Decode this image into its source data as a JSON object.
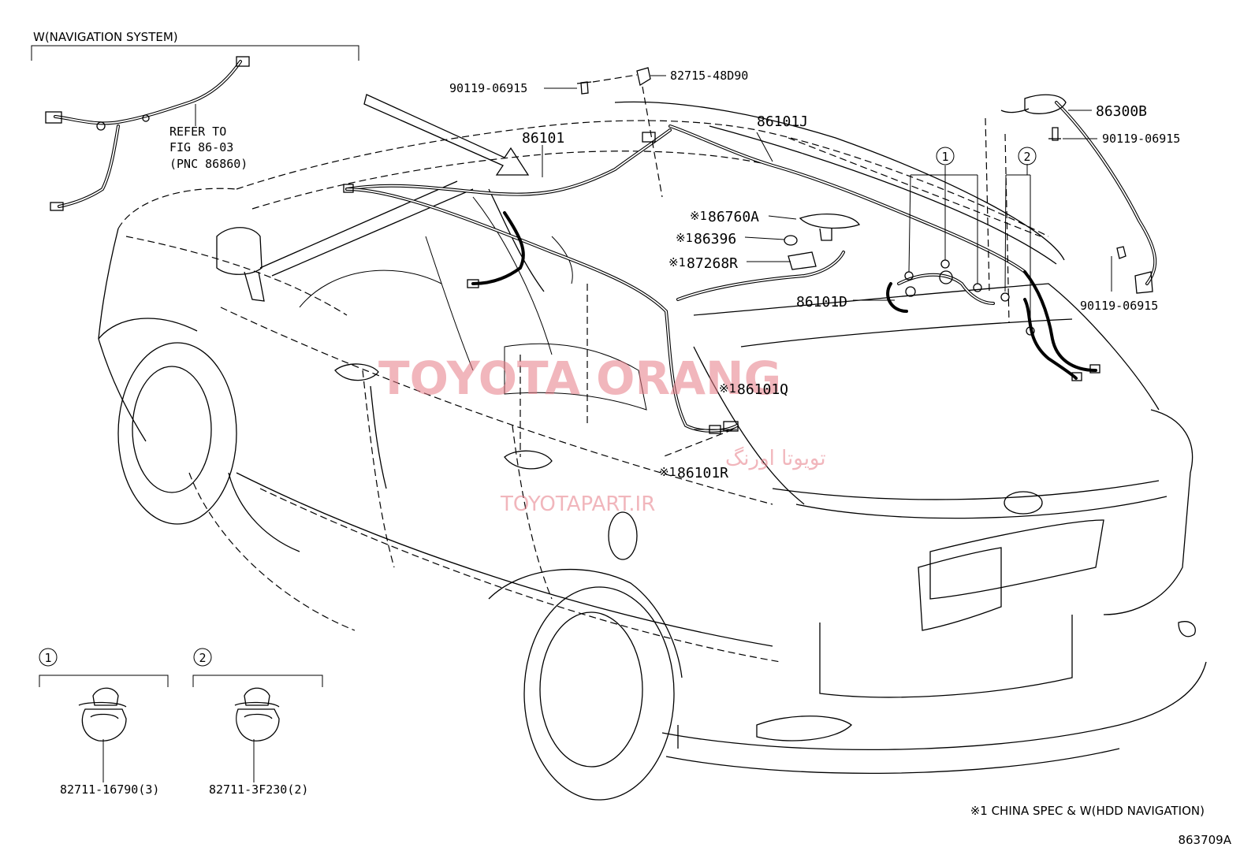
{
  "header": {
    "section_title": "W(NAVIGATION SYSTEM)",
    "refer_note": [
      "REFER TO",
      "FIG 86-03",
      "(PNC 86860)"
    ]
  },
  "parts": {
    "p90119_top": "90119-06915",
    "p82715": "82715-48D90",
    "p86101": "86101",
    "p86101J": "86101J",
    "p86300B": "86300B",
    "p90119_right": "90119-06915",
    "p90119_lower": "90119-06915",
    "p86760A": "86760A",
    "p86396": "86396",
    "p87268R": "87268R",
    "p86101D": "86101D",
    "p86101Q": "86101Q",
    "p86101R": "86101R"
  },
  "mark": "※1",
  "callouts": {
    "c1": "1",
    "c2": "2"
  },
  "clips": {
    "clip1_part": "82711-16790(3)",
    "clip2_part": "82711-3F230(2)"
  },
  "footnote": "※1 CHINA SPEC & W(HDD NAVIGATION)",
  "figure_id": "863709A",
  "watermark": {
    "main": "TOYOTA ORANG",
    "persian": "تویوتا اورنگ",
    "url": "TOYOTAPART.IR"
  }
}
